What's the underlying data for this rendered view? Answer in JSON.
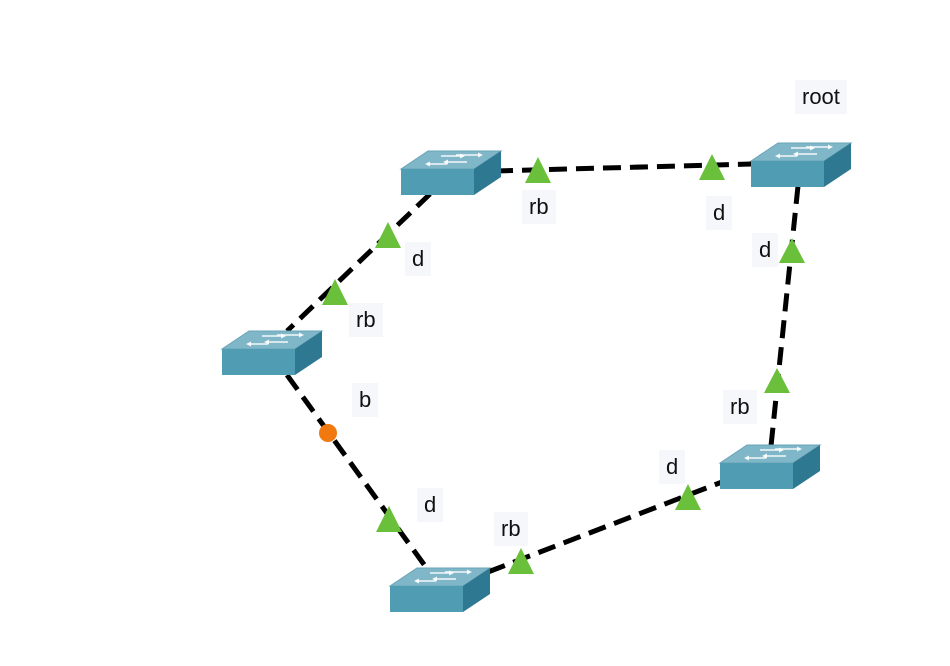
{
  "diagram": {
    "labels": {
      "root": "root",
      "sw2_left": "rb",
      "sw1_right": "d",
      "sw1_down": "d",
      "sw5_up": "rb",
      "sw2_down": "d",
      "sw3_up": "rb",
      "sw3_down": "b",
      "sw4_up": "d",
      "sw4_right": "rb",
      "sw5_left": "d"
    },
    "colors": {
      "switch_top": "#7fb6c8",
      "switch_front": "#4f9cb3",
      "switch_side": "#3a7f96",
      "link": "#000000",
      "designated": "#6abf3b",
      "blocked": "#f07a10"
    },
    "icons": {
      "switch": "network-switch-icon",
      "designated_port": "triangle-marker-icon",
      "blocked_port": "circle-marker-icon"
    }
  }
}
